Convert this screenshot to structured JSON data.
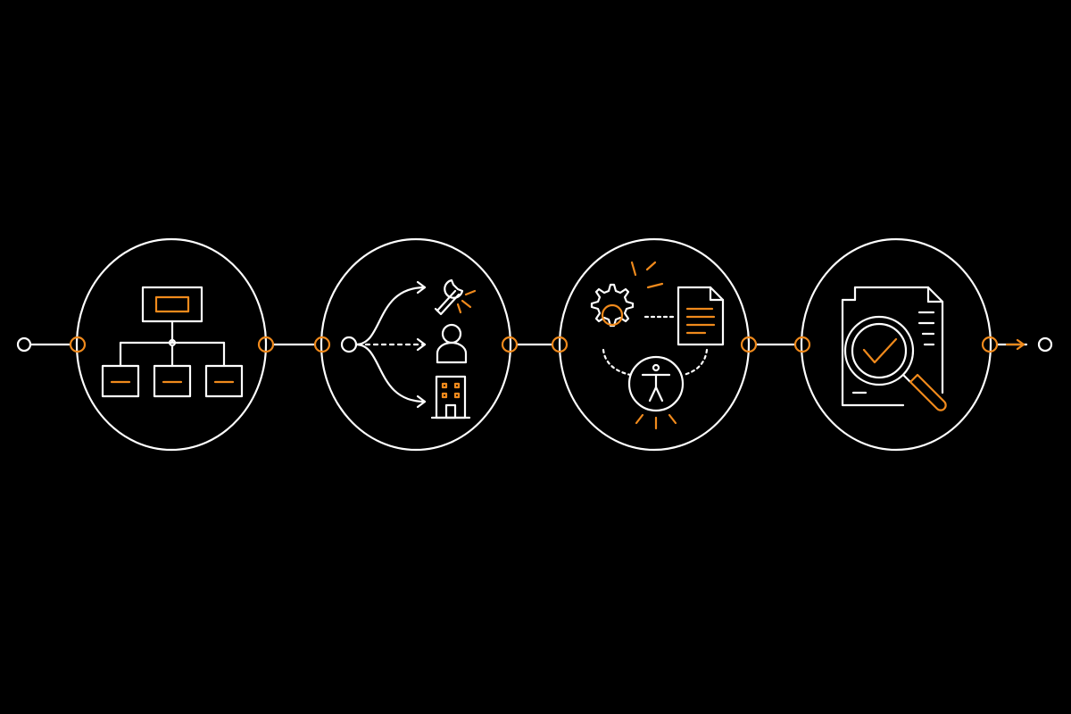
{
  "colors": {
    "background": "#000000",
    "line": "#ffffff",
    "accent": "#f08a1c"
  },
  "steps": [
    {
      "name": "step-1",
      "icon": "org-chart-icon"
    },
    {
      "name": "step-2",
      "icon": "routing-arrows-icon"
    },
    {
      "name": "step-3",
      "icon": "process-accessibility-icon"
    },
    {
      "name": "step-4",
      "icon": "document-review-icon"
    }
  ]
}
